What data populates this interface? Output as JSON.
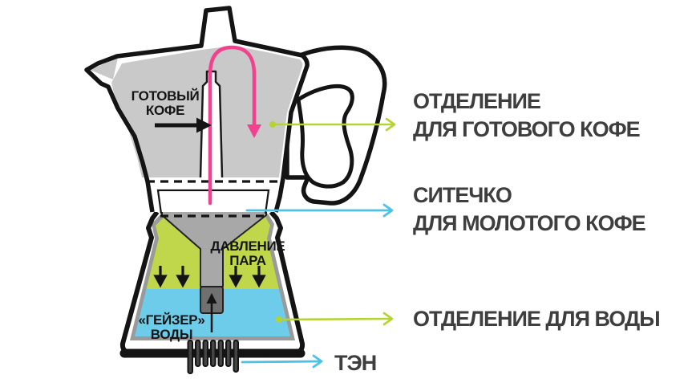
{
  "colors": {
    "lid_gray": "#c9c9c9",
    "funnel_gray": "#a8a8a8",
    "tube_dark": "#707070",
    "rim_gray": "#9a9a9a",
    "steam_green": "#c1d74b",
    "water_blue": "#6cccea",
    "outline_black": "#141414",
    "lime_line": "#b3d434",
    "blue_line": "#4cc2e8",
    "pink": "#f2428f",
    "label_text": "#3e3e3e"
  },
  "pot": {
    "ready_coffee_label": {
      "line1": "ГОТОВЫЙ",
      "line2": "КОФЕ"
    },
    "steam_pressure_label": {
      "line1": "ДАВЛЕНИЕ",
      "line2": "ПАРА"
    },
    "water_geyser_label": {
      "line1": "«ГЕЙЗЕР»",
      "line2": "ВОДЫ"
    }
  },
  "callouts": {
    "ready_coffee_compartment": {
      "line1": "ОТДЕЛЕНИЕ",
      "line2": "ДЛЯ ГОТОВОГО КОФЕ"
    },
    "strainer": {
      "line1": "СИТЕЧКО",
      "line2": "ДЛЯ МОЛОТОГО КОФЕ"
    },
    "water_compartment": {
      "line1": "ОТДЕЛЕНИЕ ДЛЯ ВОДЫ"
    },
    "heating_element": {
      "line1": "ТЭН"
    }
  }
}
